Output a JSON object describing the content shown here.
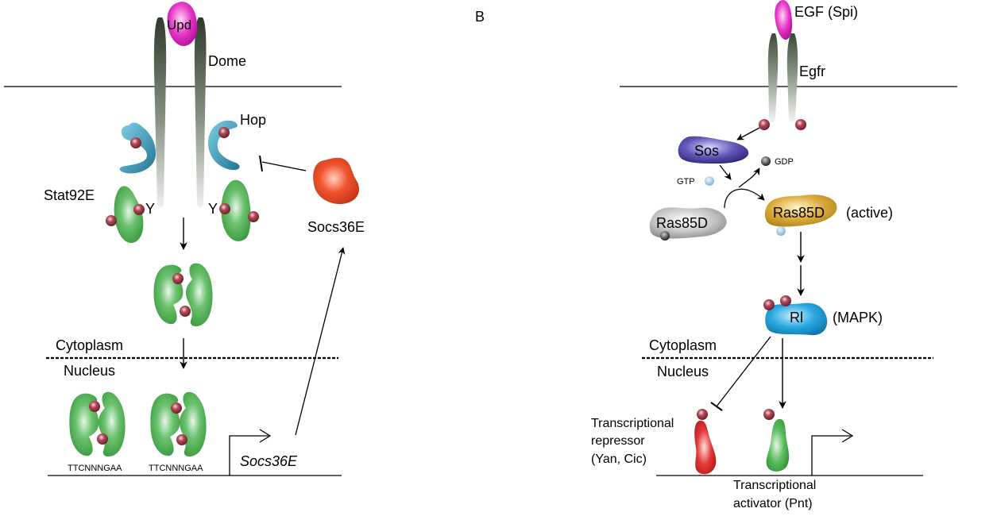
{
  "panel_a": {
    "ligand": "Upd",
    "receptor": "Dome",
    "kinase": "Hop",
    "stat": "Stat92E",
    "tyrosine_label": "Y",
    "socs_protein": "Socs36E",
    "cytoplasm": "Cytoplasm",
    "nucleus": "Nucleus",
    "binding_site": "TTCNNNGAA",
    "target_gene": "Socs36E"
  },
  "panel_b": {
    "panel_label": "B",
    "ligand": "EGF (Spi)",
    "receptor": "Egfr",
    "gef": "Sos",
    "gdp": "GDP",
    "gtp": "GTP",
    "ras_inactive": "Ras85D",
    "ras_active": "Ras85D",
    "active_suffix": "(active)",
    "mapk": "Rl",
    "mapk_suffix": "(MAPK)",
    "cytoplasm": "Cytoplasm",
    "nucleus": "Nucleus",
    "repressor_line1": "Transcriptional",
    "repressor_line2": "repressor",
    "repressor_line3": "(Yan, Cic)",
    "activator_line1": "Transcriptional",
    "activator_line2": "activator (Pnt)"
  },
  "colors": {
    "upd": "#e633c8",
    "stat": "#4caf50",
    "hop": "#3a9ab8",
    "socs": "#f0552e",
    "phospho": "#a8384a",
    "sos": "#4b3f9a",
    "ras_inactive": "#b5b5b5",
    "ras_active": "#d9a93a",
    "mapk": "#2aa0d8",
    "repressor": "#e02424",
    "activator": "#4caf50"
  }
}
